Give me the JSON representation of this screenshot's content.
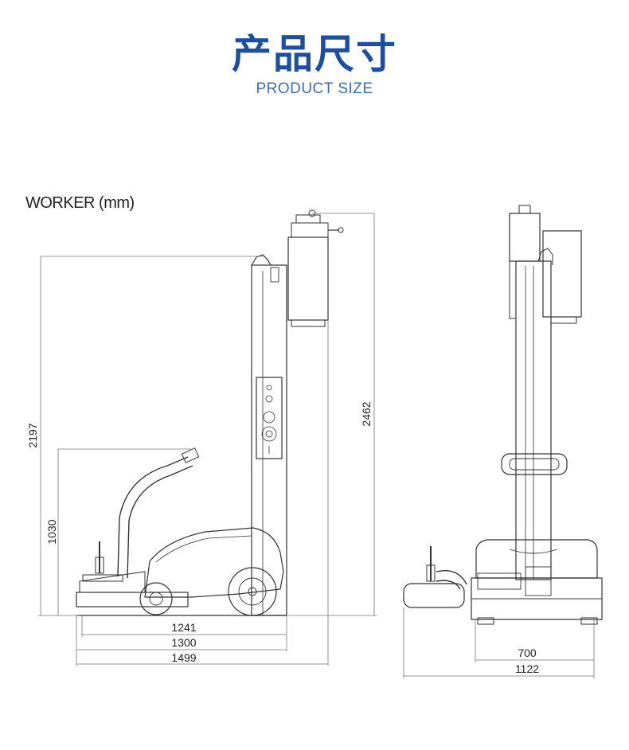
{
  "header": {
    "title_cn": "产品尺寸",
    "title_en": "PRODUCT SIZE"
  },
  "section": {
    "label": "WORKER (mm)"
  },
  "side_view": {
    "dimensions": {
      "overall_height": "2197",
      "handle_height": "1030",
      "mast_height": "2462",
      "wheelbase_length": "1241",
      "body_length": "1300",
      "overall_length": "1499"
    }
  },
  "front_view": {
    "dimensions": {
      "base_width": "700",
      "overall_width": "1122"
    }
  },
  "colors": {
    "title": "#1e4f9c",
    "subtitle": "#3b6fb4",
    "line": "#333333",
    "dim_line": "#777777"
  }
}
